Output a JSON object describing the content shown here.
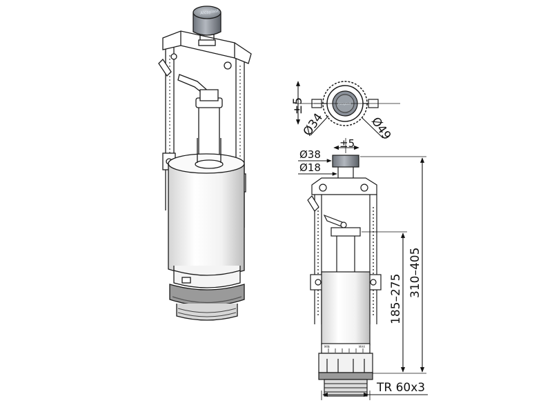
{
  "brand": {
    "button_text": "Alcaplast",
    "mini_button_text": "Alcaplast"
  },
  "dimensions": {
    "top_offset": "±5",
    "dia_34": "Ø34",
    "dia_49": "Ø49",
    "button_offset": "±5",
    "dia_38": "Ø38",
    "dia_18": "Ø18",
    "height_range": "310–405",
    "overflow_range": "185–275",
    "thread": "TR 60x3"
  },
  "scale_labels": {
    "min": "MIN",
    "max": "MAX"
  },
  "colors": {
    "line": "#1a1a1a",
    "button_grey": "#8a9099",
    "body_shade": "#e6e6e6"
  }
}
